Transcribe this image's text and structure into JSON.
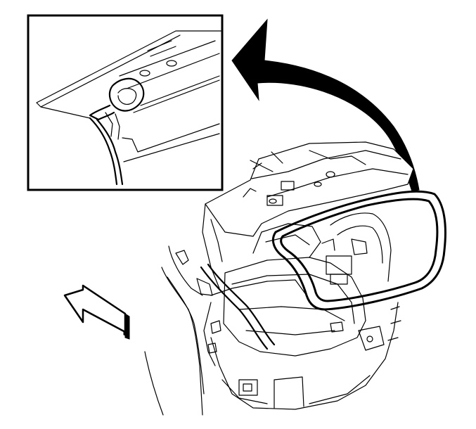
{
  "diagram": {
    "background_color": "#ffffff",
    "line_color": "#000000",
    "icons": [
      "detail-inset",
      "curved-arrow",
      "vehicle-rear-body",
      "trunk-seal",
      "direction-arrow"
    ]
  }
}
